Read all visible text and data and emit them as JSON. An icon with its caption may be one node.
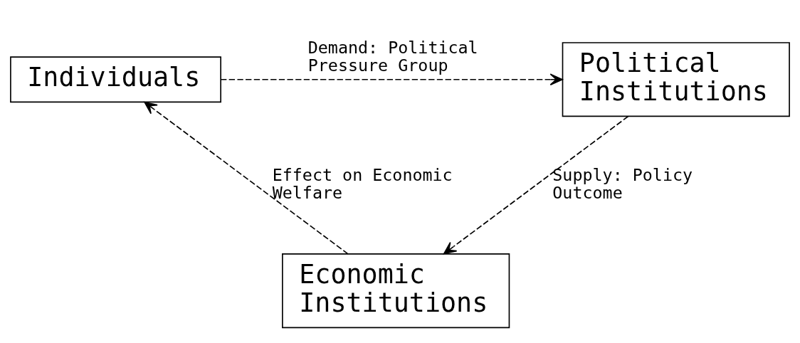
{
  "diagram": {
    "nodes": [
      {
        "text": [
          "Individuals"
        ]
      },
      {
        "text": [
          "Political Institutions"
        ]
      },
      {
        "text": [
          "Economic Institutions"
        ]
      }
    ],
    "edges": [
      {
        "from": 0,
        "to": 1,
        "arrow": "to",
        "label": "Demand: Political Pressure Group",
        "style": "dashed"
      },
      {
        "from": 1,
        "to": 2,
        "arrow": "to",
        "label": "Supply: Policy Outcome",
        "style": "dashed"
      },
      {
        "from": 2,
        "to": 0,
        "arrow": "to",
        "label": "Effect on Economic Welfare",
        "style": "dashed"
      }
    ]
  }
}
